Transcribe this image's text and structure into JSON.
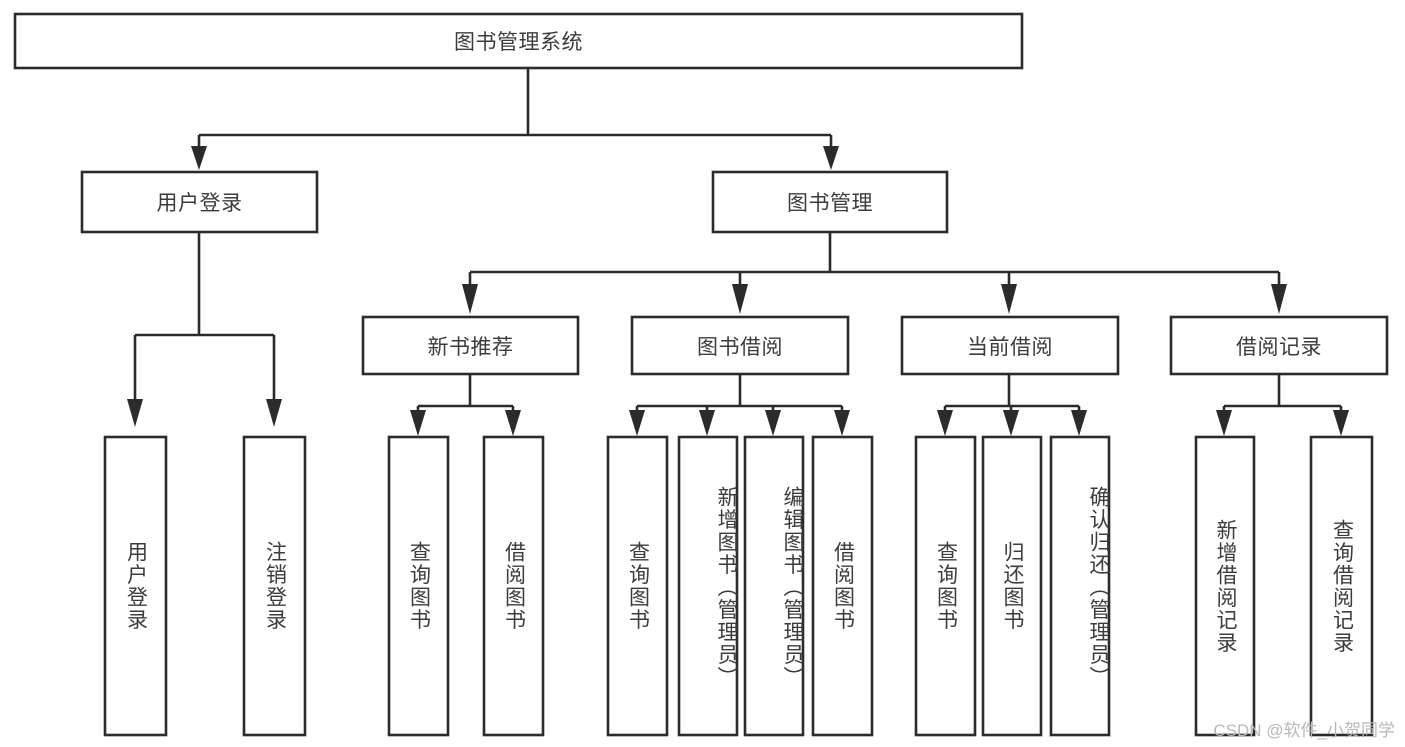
{
  "diagram": {
    "type": "tree-hierarchy",
    "title": "图书管理系统",
    "root": {
      "id": "root",
      "label": "图书管理系统"
    },
    "level2": [
      {
        "id": "user-login",
        "label": "用户登录"
      },
      {
        "id": "book-management",
        "label": "图书管理"
      }
    ],
    "level3": [
      {
        "id": "new-book-recommend",
        "label": "新书推荐",
        "parent": "book-management"
      },
      {
        "id": "book-borrow",
        "label": "图书借阅",
        "parent": "book-management"
      },
      {
        "id": "current-borrow",
        "label": "当前借阅",
        "parent": "book-management"
      },
      {
        "id": "borrow-record",
        "label": "借阅记录",
        "parent": "book-management"
      }
    ],
    "leaves": [
      {
        "id": "leaf-user-login",
        "label": "用户登录",
        "parent": "user-login"
      },
      {
        "id": "leaf-logout-login",
        "label": "注销登录",
        "parent": "user-login"
      },
      {
        "id": "leaf-query-book-1",
        "label": "查询图书",
        "parent": "new-book-recommend"
      },
      {
        "id": "leaf-borrow-book-1",
        "label": "借阅图书",
        "parent": "new-book-recommend"
      },
      {
        "id": "leaf-query-book-2",
        "label": "查询图书",
        "parent": "book-borrow"
      },
      {
        "id": "leaf-add-book",
        "label": "新增图书（管理员）",
        "parent": "book-borrow"
      },
      {
        "id": "leaf-edit-book",
        "label": "编辑图书（管理员）",
        "parent": "book-borrow"
      },
      {
        "id": "leaf-borrow-book-2",
        "label": "借阅图书",
        "parent": "book-borrow"
      },
      {
        "id": "leaf-query-book-3",
        "label": "查询图书",
        "parent": "current-borrow"
      },
      {
        "id": "leaf-return-book",
        "label": "归还图书",
        "parent": "current-borrow"
      },
      {
        "id": "leaf-confirm-return",
        "label": "确认归还（管理员）",
        "parent": "current-borrow"
      },
      {
        "id": "leaf-add-record",
        "label": "新增借阅记录",
        "parent": "borrow-record"
      },
      {
        "id": "leaf-query-record",
        "label": "查询借阅记录",
        "parent": "borrow-record"
      }
    ],
    "colors": {
      "stroke": "#2b2b2b",
      "text": "#3c3c3c",
      "background": "#ffffff",
      "watermark": "#b9b9b9"
    }
  },
  "watermark": {
    "text": "CSDN @软件_小贺同学"
  }
}
